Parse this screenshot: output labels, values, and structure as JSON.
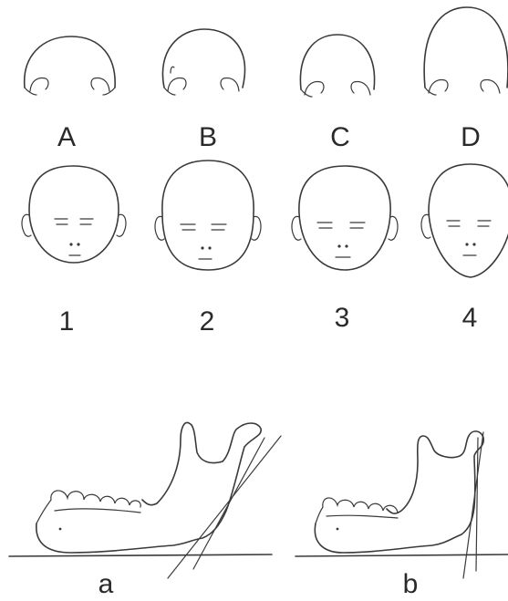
{
  "skull_labels": [
    "A",
    "B",
    "C",
    "D"
  ],
  "face_labels": [
    "1",
    "2",
    "3",
    "4"
  ],
  "mandible_labels": [
    "a",
    "b"
  ]
}
